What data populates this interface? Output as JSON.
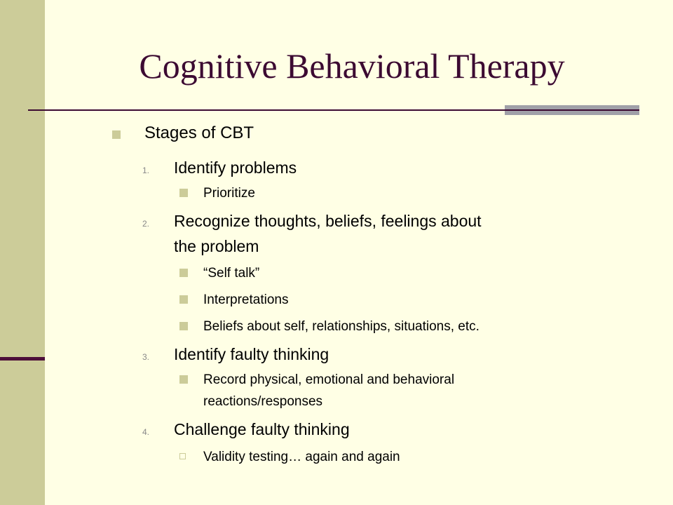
{
  "slide": {
    "title": "Cognitive Behavioral Therapy",
    "heading": "Stages of CBT",
    "steps": [
      {
        "num": "1.",
        "text": "Identify problems",
        "subs": [
          "Prioritize"
        ]
      },
      {
        "num": "2.",
        "text_line1": "Recognize thoughts, beliefs, feelings about",
        "text_line2": "the problem",
        "subs": [
          "“Self talk”",
          "Interpretations",
          "Beliefs about self, relationships, situations, etc."
        ]
      },
      {
        "num": "3.",
        "text": "Identify faulty thinking",
        "sub_line1": "Record physical, emotional and behavioral",
        "sub_line2": "reactions/responses"
      },
      {
        "num": "4.",
        "text": "Challenge faulty thinking",
        "subs": [
          "Validity testing… again and again"
        ]
      }
    ]
  },
  "colors": {
    "background": "#FFFFE5",
    "band": "#CCCC99",
    "title": "#3C0A32",
    "rule_gray": "#A0A0A8"
  }
}
